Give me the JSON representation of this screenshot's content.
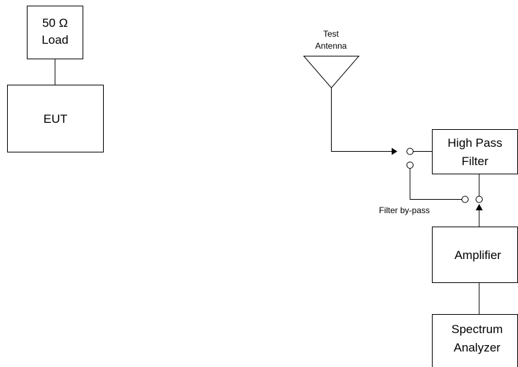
{
  "blocks": {
    "load_line1": "50 Ω",
    "load_line2": "Load",
    "eut": "EUT",
    "high_pass_line1": "High Pass",
    "high_pass_line2": "Filter",
    "amplifier": "Amplifier",
    "spectrum_line1": "Spectrum",
    "spectrum_line2": "Analyzer"
  },
  "antenna": {
    "line1": "Test",
    "line2": "Antenna"
  },
  "bypass_label": "Filter by-pass"
}
